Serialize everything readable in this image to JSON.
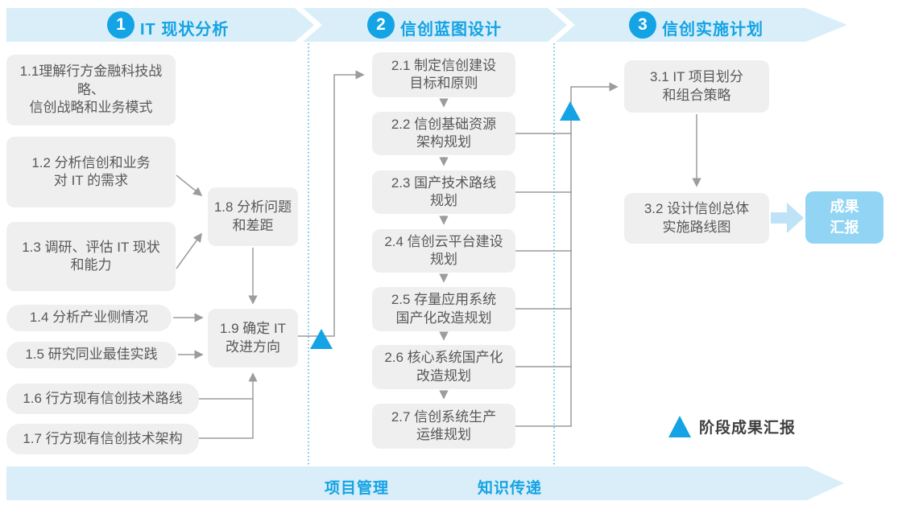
{
  "phases": [
    {
      "number": "1",
      "title": "IT 现状分析"
    },
    {
      "number": "2",
      "title": "信创蓝图设计"
    },
    {
      "number": "3",
      "title": "信创实施计划"
    }
  ],
  "tasks": {
    "t11": "1.1理解行方金融科技战略、\n信创战略和业务模式",
    "t12": "1.2 分析信创和业务\n对 IT 的需求",
    "t13": "1.3 调研、评估 IT 现状\n和能力",
    "t14": "1.4 分析产业侧情况",
    "t15": "1.5 研究同业最佳实践",
    "t16": "1.6 行方现有信创技术路线",
    "t17": "1.7 行方现有信创技术架构",
    "t18": "1.8 分析问题\n和差距",
    "t19": "1.9 确定 IT\n改进方向",
    "t21": "2.1 制定信创建设\n目标和原则",
    "t22": "2.2 信创基础资源\n架构规划",
    "t23": "2.3 国产技术路线\n规划",
    "t24": "2.4 信创云平台建设\n规划",
    "t25": "2.5 存量应用系统\n国产化改造规划",
    "t26": "2.6 核心系统国产化\n改造规划",
    "t27": "2.7 信创系统生产\n运维规划",
    "t31": "3.1 IT 项目划分\n和组合策略",
    "t32": "3.2 设计信创总体\n实施路线图"
  },
  "result_box_label": "成果\n汇报",
  "legend_label": "阶段成果汇报",
  "bottom_banner": {
    "left_label": "项目管理",
    "right_label": "知识传递"
  },
  "colors": {
    "accent_blue": "#14A3E4",
    "banner_fill": "#D9EEF8",
    "box_fill": "#EFEFEF",
    "box_text": "#585858",
    "connector_gray": "#9C9C9C",
    "result_box_fill": "#92D4F3",
    "thick_arrow_fill": "#BEE3F7",
    "dotted_line_blue": "#3FB0E0"
  }
}
